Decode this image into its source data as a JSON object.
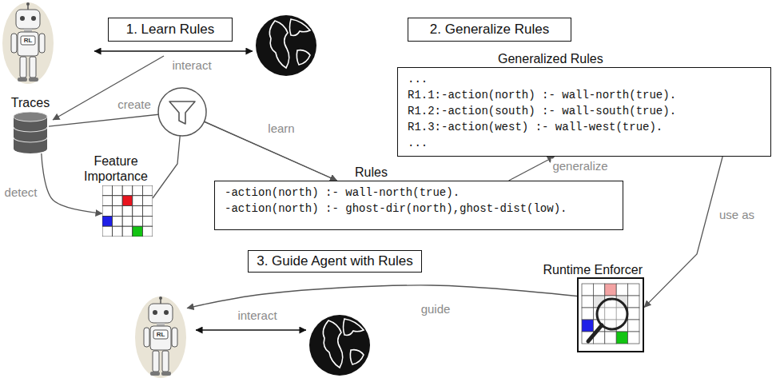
{
  "diagram": {
    "nodes": [
      {
        "text": [
          "RL"
        ]
      },
      {
        "text": [
          "1. Learn Rules"
        ]
      },
      {
        "text": [
          "2. Generalize Rules"
        ]
      },
      {
        "text": [
          "Generalized Rules",
          "...",
          "R1.1:-action(north) :- wall-north(true).",
          "R1.2:-action(south) :- wall-south(true).",
          "R1.3:-action(west) :- wall-west(true).",
          "..."
        ]
      },
      {
        "text": [
          "Traces"
        ]
      },
      {
        "text": [
          "Feature Importance"
        ]
      },
      {
        "text": [
          "Rules",
          "-action(north) :- wall-north(true).",
          "-action(north) :- ghost-dir(north),ghost-dist(low)."
        ]
      },
      {
        "text": [
          "3. Guide Agent with Rules"
        ]
      },
      {
        "text": [
          "Runtime Enforcer"
        ]
      },
      {
        "text": [
          "RL"
        ]
      }
    ],
    "edges": [
      {
        "from": 4,
        "to": 6,
        "arrow": "to",
        "label": "learn"
      },
      {
        "from": 5,
        "to": 6,
        "arrow": "to"
      },
      {
        "from": 4,
        "to": 5,
        "arrow": "to",
        "label": "detect"
      },
      {
        "from": 6,
        "to": 3,
        "arrow": "to",
        "label": "generalize"
      },
      {
        "from": 3,
        "to": 8,
        "arrow": "to",
        "label": "use as"
      },
      {
        "from": 8,
        "to": 9,
        "arrow": "to",
        "label": "guide"
      }
    ],
    "labels": [
      "interact",
      "create",
      "interact"
    ]
  }
}
